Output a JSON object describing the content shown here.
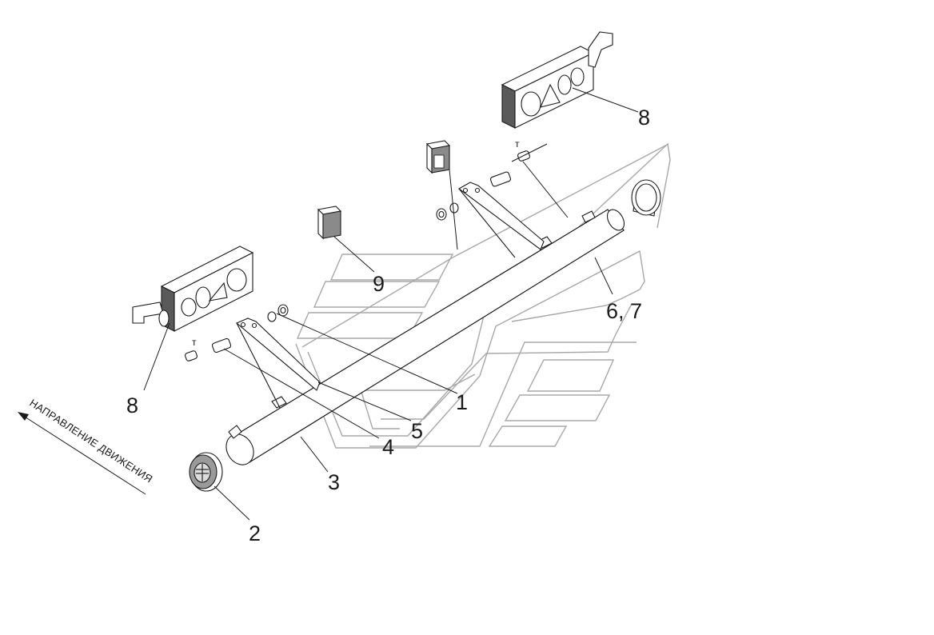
{
  "diagram": {
    "direction_label": "НАПРАВЛЕНИЕ ДВИЖЕНИЯ",
    "callouts": {
      "c1": "1",
      "c2": "2",
      "c3": "3",
      "c4": "4",
      "c5": "5",
      "c67": "6, 7",
      "c8_left": "8",
      "c8_right": "8",
      "c9": "9"
    },
    "bolt_marks": {
      "left": "т",
      "right": "т"
    }
  }
}
